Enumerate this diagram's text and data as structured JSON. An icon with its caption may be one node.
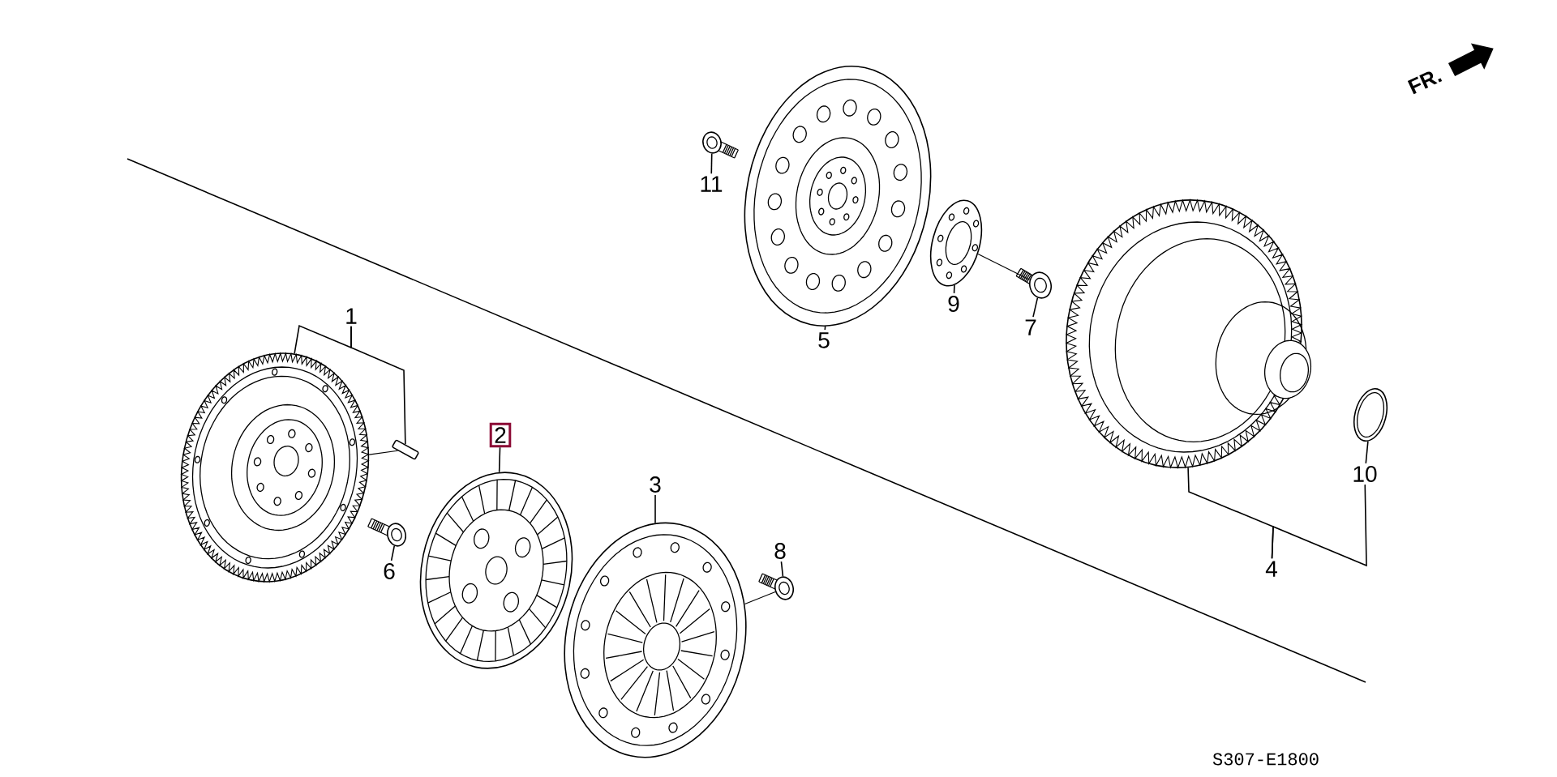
{
  "diagram": {
    "nodes": [
      {
        "text": [
          "11"
        ]
      },
      {
        "text": [],
        "shape": "picture"
      },
      {
        "text": [
          "5"
        ]
      },
      {
        "text": [],
        "shape": "picture"
      },
      {
        "text": [
          "9"
        ]
      },
      {
        "text": [],
        "shape": "picture"
      },
      {
        "text": [
          "7"
        ]
      },
      {
        "text": [],
        "shape": "picture"
      },
      {
        "text": [
          "1"
        ]
      },
      {
        "text": [],
        "shape": "picture"
      },
      {
        "text": [],
        "shape": "picture"
      },
      {
        "text": [
          "2"
        ]
      },
      {
        "text": [],
        "shape": "picture"
      },
      {
        "text": [
          "3"
        ]
      },
      {
        "text": [],
        "shape": "picture"
      },
      {
        "text": [
          "6"
        ]
      },
      {
        "text": [],
        "shape": "picture"
      },
      {
        "text": [
          "8"
        ]
      },
      {
        "text": [],
        "shape": "picture"
      },
      {
        "text": [
          "4"
        ]
      },
      {
        "text": [],
        "shape": "picture"
      },
      {
        "text": [
          "10"
        ]
      },
      {
        "text": [],
        "shape": "picture"
      }
    ],
    "edges": [
      {
        "from": 0,
        "to": 1,
        "arrow": "none"
      },
      {
        "from": 2,
        "to": 3,
        "arrow": "none"
      },
      {
        "from": 4,
        "to": 5,
        "arrow": "none"
      },
      {
        "from": 6,
        "to": 7,
        "arrow": "none"
      },
      {
        "from": 7,
        "to": 5,
        "arrow": "none"
      },
      {
        "from": 8,
        "to": 9,
        "arrow": "none"
      },
      {
        "from": 8,
        "to": 10,
        "arrow": "none"
      },
      {
        "from": 10,
        "to": 9,
        "arrow": "none"
      },
      {
        "from": 11,
        "to": 12,
        "arrow": "none"
      },
      {
        "from": 13,
        "to": 14,
        "arrow": "none"
      },
      {
        "from": 15,
        "to": 16,
        "arrow": "none"
      },
      {
        "from": 17,
        "to": 18,
        "arrow": "none"
      },
      {
        "from": 18,
        "to": 14,
        "arrow": "none"
      },
      {
        "from": 19,
        "to": 20,
        "arrow": "none"
      },
      {
        "from": 19,
        "to": 21,
        "arrow": "none"
      },
      {
        "from": 21,
        "to": 22,
        "arrow": "none"
      }
    ],
    "labels": [
      "FR.",
      "S307-E1800"
    ]
  }
}
